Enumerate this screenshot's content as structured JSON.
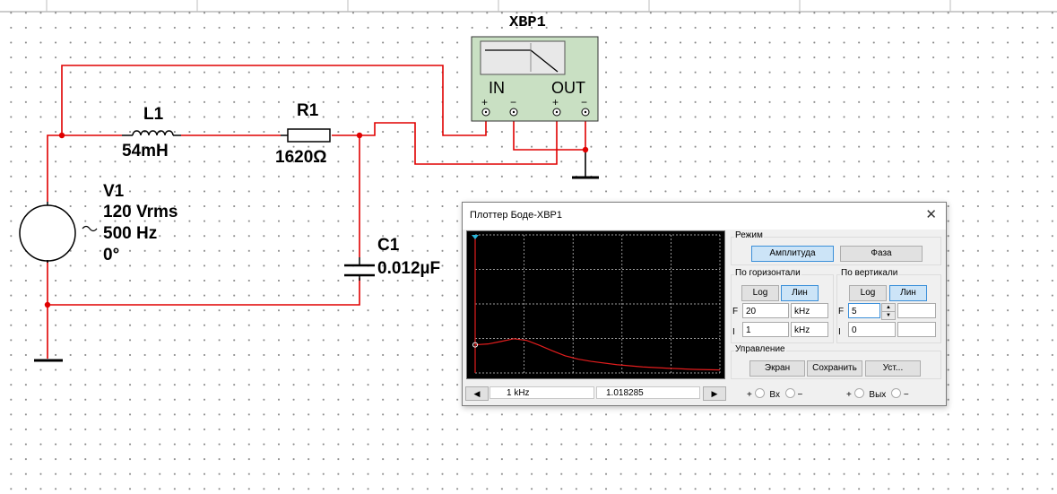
{
  "colors": {
    "wire": "#e00000",
    "plot_bg": "#000000",
    "grid": "#cfcfcf",
    "curve": "#e21d1d",
    "instrument_body": "#c9e0c3"
  },
  "instrument": {
    "name": "XBP1",
    "in_label": "IN",
    "out_label": "OUT",
    "plus": "+",
    "minus": "−"
  },
  "components": {
    "l1": {
      "ref": "L1",
      "value": "54mH"
    },
    "r1": {
      "ref": "R1",
      "value": "1620Ω"
    },
    "c1": {
      "ref": "C1",
      "value": "0.012µF"
    },
    "v1": {
      "ref": "V1",
      "voltage": "120 Vrms",
      "frequency": "500 Hz",
      "phase": "0°"
    }
  },
  "bode": {
    "title": "Плоттер Боде-XBP1",
    "close_icon": "close-icon",
    "mode": {
      "label": "Режим",
      "amplitude": "Амплитуда",
      "phase": "Фаза"
    },
    "horizontal": {
      "label": "По горизонтали",
      "log": "Log",
      "lin": "Лин",
      "f_label": "F",
      "f_value": "20",
      "f_unit": "kHz",
      "i_label": "I",
      "i_value": "1",
      "i_unit": "kHz"
    },
    "vertical": {
      "label": "По вертикали",
      "log": "Log",
      "lin": "Лин",
      "f_label": "F",
      "f_value": "5",
      "i_label": "I",
      "i_value": "0"
    },
    "control": {
      "label": "Управление",
      "screen": "Экран",
      "save": "Сохранить",
      "settings": "Уст..."
    },
    "readout": {
      "freq": "1 kHz",
      "value": "1.018285"
    },
    "terminals": {
      "in": "Вх",
      "out": "Вых",
      "plus": "+",
      "minus": "−"
    }
  },
  "chart_data": {
    "type": "line",
    "xlim": [
      1,
      20
    ],
    "ylim": [
      0,
      5
    ],
    "x_unit": "kHz",
    "series": [
      {
        "x": [
          1,
          2,
          3,
          4,
          5,
          6,
          7,
          8,
          9,
          10,
          12,
          14,
          16,
          18,
          20
        ],
        "values": [
          1.02,
          1.05,
          1.14,
          1.24,
          1.18,
          1.0,
          0.8,
          0.62,
          0.5,
          0.42,
          0.3,
          0.22,
          0.17,
          0.13,
          0.11
        ]
      }
    ]
  }
}
